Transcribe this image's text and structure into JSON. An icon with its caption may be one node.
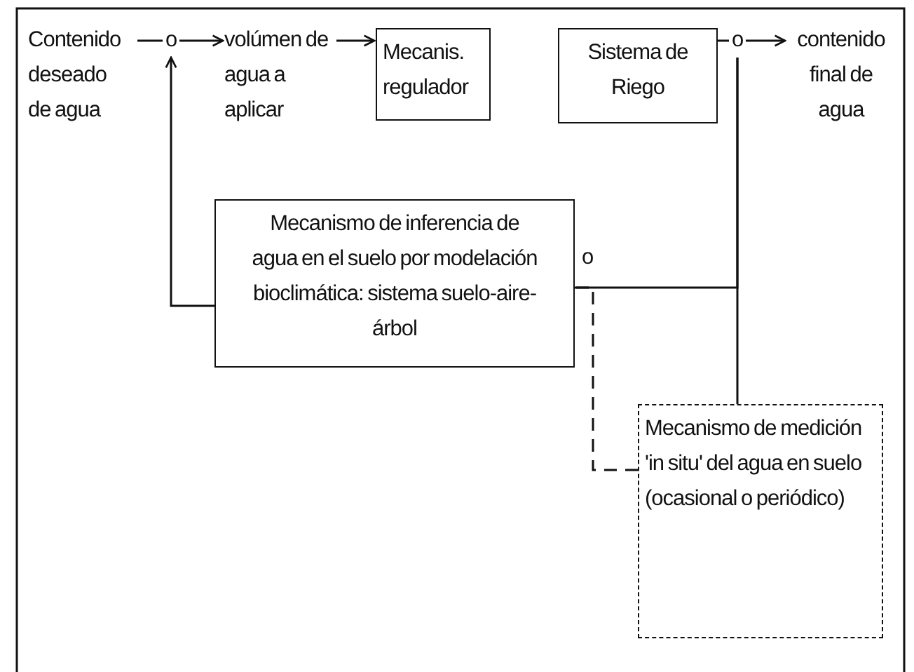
{
  "diagram": {
    "nodes": [
      {
        "text": [
          "Contenido deseado de agua"
        ]
      },
      {
        "text": [
          "o"
        ]
      },
      {
        "text": [
          "volúmen de agua a aplicar"
        ]
      },
      {
        "text": [
          "Mecanis. regulador"
        ]
      },
      {
        "text": [
          "Sistema de Riego"
        ]
      },
      {
        "text": [
          "o"
        ]
      },
      {
        "text": [
          "contenido final de agua"
        ]
      },
      {
        "text": [
          "Mecanismo de inferencia de agua en el suelo por modelación bioclimática: sistema suelo-aire-árbol"
        ],
        "beside": [
          "o"
        ]
      },
      {
        "text": [
          "Mecanismo de medición 'in situ' del agua en suelo (ocasional o periódico)"
        ]
      }
    ],
    "edges": [
      {
        "from": 0,
        "to": 1,
        "arrow": "none"
      },
      {
        "from": 1,
        "to": 2,
        "arrow": "to"
      },
      {
        "from": 2,
        "to": 3,
        "arrow": "to"
      },
      {
        "from": 4,
        "to": 5,
        "arrow": "none"
      },
      {
        "from": 5,
        "to": 6,
        "arrow": "to"
      },
      {
        "from": 7,
        "to": 1,
        "arrow": "to"
      },
      {
        "from": 5,
        "to": 8,
        "arrow": "none"
      },
      {
        "from": 5,
        "to": 7,
        "arrow": "none"
      },
      {
        "from": 8,
        "to": 7,
        "arrow": "none",
        "style": "dashed"
      }
    ]
  }
}
